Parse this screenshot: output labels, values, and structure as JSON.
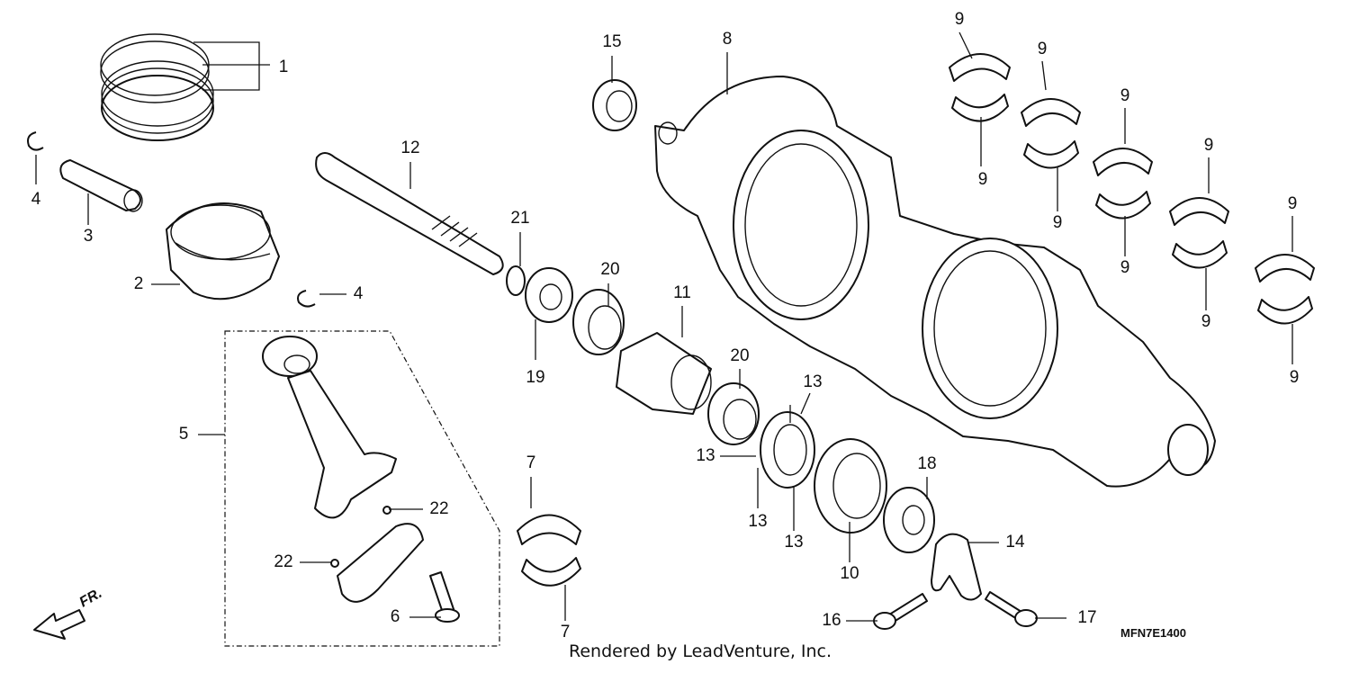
{
  "diagram": {
    "credit": "Rendered by LeadVenture, Inc.",
    "diagram_code": "MFN7E1400",
    "direction_label": "FR.",
    "callouts": [
      {
        "id": "c1",
        "label": "1"
      },
      {
        "id": "c2",
        "label": "2"
      },
      {
        "id": "c3",
        "label": "3"
      },
      {
        "id": "c4a",
        "label": "4"
      },
      {
        "id": "c4b",
        "label": "4"
      },
      {
        "id": "c5",
        "label": "5"
      },
      {
        "id": "c6",
        "label": "6"
      },
      {
        "id": "c7a",
        "label": "7"
      },
      {
        "id": "c7b",
        "label": "7"
      },
      {
        "id": "c8",
        "label": "8"
      },
      {
        "id": "c9a",
        "label": "9"
      },
      {
        "id": "c9b",
        "label": "9"
      },
      {
        "id": "c9c",
        "label": "9"
      },
      {
        "id": "c9d",
        "label": "9"
      },
      {
        "id": "c9e",
        "label": "9"
      },
      {
        "id": "c9f",
        "label": "9"
      },
      {
        "id": "c9g",
        "label": "9"
      },
      {
        "id": "c9h",
        "label": "9"
      },
      {
        "id": "c9i",
        "label": "9"
      },
      {
        "id": "c9j",
        "label": "9"
      },
      {
        "id": "c10",
        "label": "10"
      },
      {
        "id": "c11",
        "label": "11"
      },
      {
        "id": "c12",
        "label": "12"
      },
      {
        "id": "c13a",
        "label": "13"
      },
      {
        "id": "c13b",
        "label": "13"
      },
      {
        "id": "c13c",
        "label": "13"
      },
      {
        "id": "c13d",
        "label": "13"
      },
      {
        "id": "c14",
        "label": "14"
      },
      {
        "id": "c15",
        "label": "15"
      },
      {
        "id": "c16",
        "label": "16"
      },
      {
        "id": "c17",
        "label": "17"
      },
      {
        "id": "c18",
        "label": "18"
      },
      {
        "id": "c19",
        "label": "19"
      },
      {
        "id": "c20a",
        "label": "20"
      },
      {
        "id": "c20b",
        "label": "20"
      },
      {
        "id": "c21",
        "label": "21"
      },
      {
        "id": "c22a",
        "label": "22"
      },
      {
        "id": "c22b",
        "label": "22"
      }
    ]
  }
}
